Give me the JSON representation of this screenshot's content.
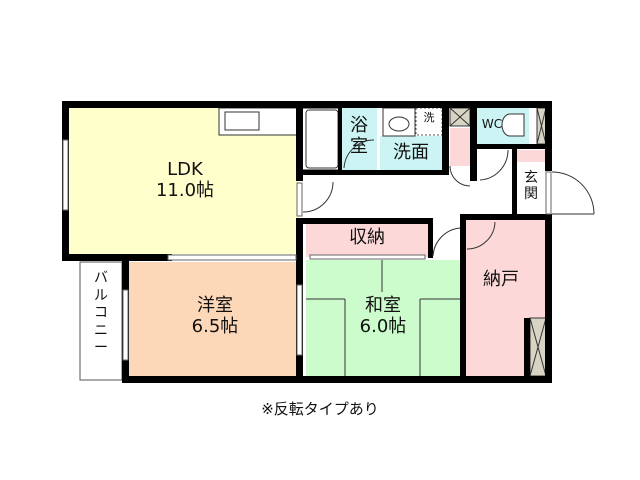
{
  "rooms": {
    "ldk": {
      "name": "LDK",
      "size": "11.0帖",
      "color": "#ffffcc"
    },
    "western": {
      "name": "洋室",
      "size": "6.5帖",
      "color": "#fcd8b8"
    },
    "japanese": {
      "name": "和室",
      "size": "6.0帖",
      "color": "#ccfccc"
    },
    "storage_room": {
      "name": "納戸",
      "color": "#fcd8d8"
    },
    "closet": {
      "name": "収納",
      "color": "#fcd8d8"
    },
    "bath": {
      "name_line1": "浴",
      "name_line2": "室",
      "color": "#ccf4f4"
    },
    "washroom": {
      "name": "洗面",
      "color": "#ccf4f4"
    },
    "washer": {
      "name": "洗"
    },
    "wc": {
      "name": "WC",
      "color": "#ccf4f4"
    },
    "entrance": {
      "name_line1": "玄",
      "name_line2": "関"
    },
    "balcony": {
      "name_line1": "バ",
      "name_line2": "ル",
      "name_line3": "コ",
      "name_line4": "ニ",
      "name_line5": "ー"
    }
  },
  "colors": {
    "wall": "#000000",
    "closet_x": "#d8d4c4"
  },
  "note": "※反転タイプあり"
}
